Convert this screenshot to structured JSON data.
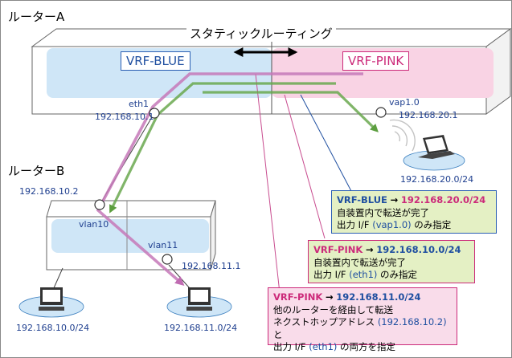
{
  "router_a": {
    "title": "ルーターA",
    "static_routing_label": "スタティックルーティング",
    "vrf_blue": "VRF-BLUE",
    "vrf_pink": "VRF-PINK",
    "eth1": {
      "name": "eth1",
      "ip": "192.168.10.1"
    },
    "vap": {
      "name": "vap1.0",
      "ip": "192.168.20.1"
    }
  },
  "router_b": {
    "title": "ルーターB",
    "ip_top": "192.168.10.2",
    "vlan10": "vlan10",
    "vlan11": {
      "name": "vlan11",
      "ip": "192.168.11.1"
    }
  },
  "networks": {
    "wireless": "192.168.20.0/24",
    "net10": "192.168.10.0/24",
    "net11": "192.168.11.0/24"
  },
  "callouts": [
    {
      "vrf": "VRF-BLUE",
      "arrow": "→",
      "dest": "192.168.20.0/24",
      "line1": "自装置内で転送が完了",
      "line2_pre": "出力 I/F",
      "line2_if": "(vap1.0)",
      "line2_post": "のみ指定"
    },
    {
      "vrf": "VRF-PINK",
      "arrow": "→",
      "dest": "192.168.10.0/24",
      "line1": "自装置内で転送が完了",
      "line2_pre": "出力 I/F",
      "line2_if": "(eth1)",
      "line2_post": "のみ指定"
    },
    {
      "vrf": "VRF-PINK",
      "arrow": "→",
      "dest": "192.168.11.0/24",
      "line1": "他のルーターを経由して転送",
      "line2_pre": "ネクストホップアドレス",
      "line2_if": "(192.168.10.2)",
      "line2_post": "と",
      "line3_pre": "出力 I/F",
      "line3_if": "(eth1)",
      "line3_post": "の両方を指定"
    }
  ],
  "colors": {
    "blue_zone": "#cfe6f7",
    "pink_zone": "#f9d3e4",
    "green_arrow": "#6aa84f",
    "pink_arrow": "#c678b8",
    "blue_text": "#1f4fa0",
    "pink_text": "#cc2a7a",
    "callout_blue_bg": "#e4f0c4",
    "callout_pink_bg": "#f9dcea"
  }
}
